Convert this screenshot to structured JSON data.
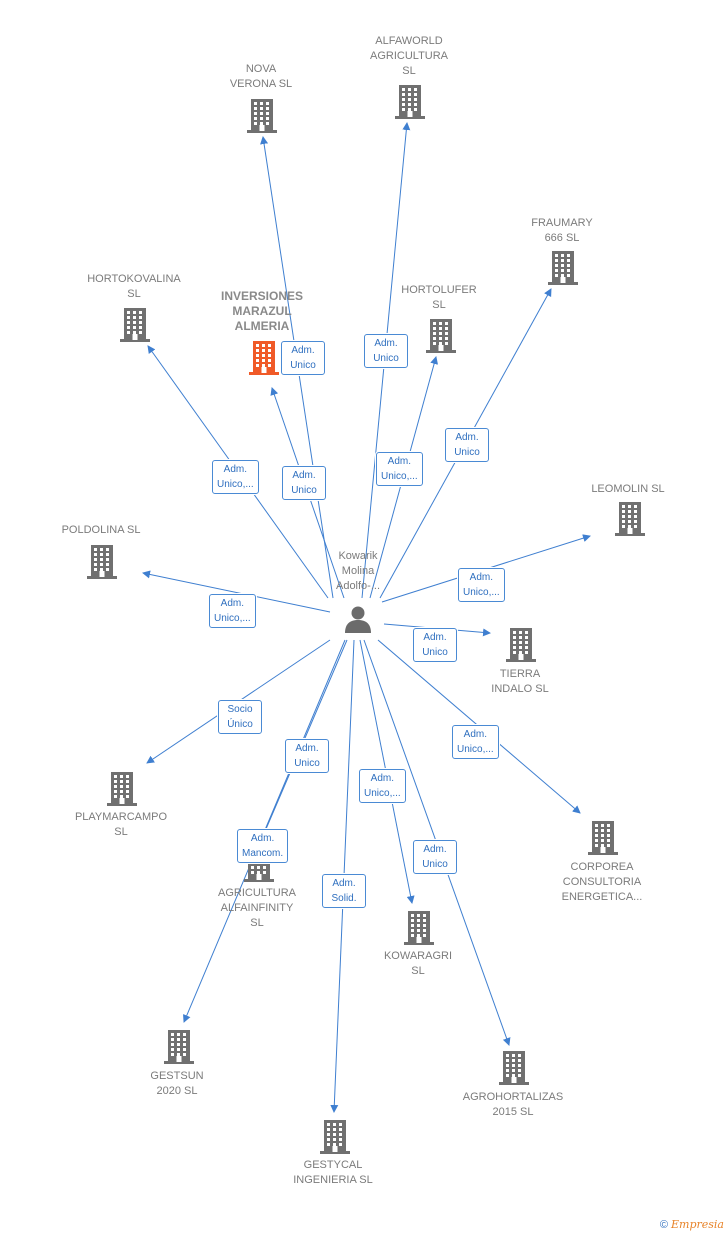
{
  "center": {
    "name": "Kowarik\nMolina\nAdolfo-..."
  },
  "companies": [
    {
      "id": "nova",
      "name": "NOVA\nVERONA  SL"
    },
    {
      "id": "alfaworld",
      "name": "ALFAWORLD\nAGRICULTURA\nSL"
    },
    {
      "id": "fraumary",
      "name": "FRAUMARY\n666  SL"
    },
    {
      "id": "hortokovalina",
      "name": "HORTOKOVALINA\nSL"
    },
    {
      "id": "inversiones",
      "name": "INVERSIONES\nMARAZUL\nALMERIA",
      "highlight": true
    },
    {
      "id": "hortolufer",
      "name": "HORTOLUFER\nSL"
    },
    {
      "id": "leomolin",
      "name": "LEOMOLIN  SL"
    },
    {
      "id": "poldolina",
      "name": "POLDOLINA  SL"
    },
    {
      "id": "tierra",
      "name": "TIERRA\nINDALO  SL"
    },
    {
      "id": "playmarcampo",
      "name": "PLAYMARCAMPO\nSL"
    },
    {
      "id": "corporea",
      "name": "CORPOREA\nCONSULTORIA\nENERGETICA..."
    },
    {
      "id": "agricultura",
      "name": "AGRICULTURA\nALFAINFINITY\nSL"
    },
    {
      "id": "kowaragri",
      "name": "KOWARAGRI\nSL"
    },
    {
      "id": "gestsun",
      "name": "GESTSUN\n2020  SL"
    },
    {
      "id": "agrohortalizas",
      "name": "AGROHORTALIZAS\n2015  SL"
    },
    {
      "id": "gestycal",
      "name": "GESTYCAL\nINGENIERIA SL"
    }
  ],
  "relations": [
    {
      "target": "nova",
      "label": "Adm.\nUnico"
    },
    {
      "target": "alfaworld",
      "label": "Adm.\nUnico"
    },
    {
      "target": "fraumary",
      "label": "Adm.\nUnico"
    },
    {
      "target": "hortokovalina",
      "label": "Adm.\nUnico,..."
    },
    {
      "target": "inversiones",
      "label": "Adm.\nUnico"
    },
    {
      "target": "hortolufer",
      "label": "Adm.\nUnico,..."
    },
    {
      "target": "leomolin",
      "label": "Adm.\nUnico,..."
    },
    {
      "target": "poldolina",
      "label": "Adm.\nUnico,..."
    },
    {
      "target": "tierra",
      "label": "Adm.\nUnico"
    },
    {
      "target": "playmarcampo",
      "label": "Socio\nÚnico"
    },
    {
      "target": "corporea",
      "label": "Adm.\nUnico,..."
    },
    {
      "target": "agricultura",
      "label": "Adm.\nUnico"
    },
    {
      "target": "kowaragri",
      "label": "Adm.\nUnico,..."
    },
    {
      "target": "gestsun",
      "label": "Adm.\nMancom."
    },
    {
      "target": "agrohortalizas",
      "label": "Adm.\nUnico"
    },
    {
      "target": "gestycal",
      "label": "Adm.\nSolid."
    }
  ],
  "colors": {
    "edge": "#3f7fd0",
    "building": "#707070",
    "highlight": "#f05a28",
    "person": "#6b6b6b"
  },
  "footer": {
    "symbol": "©",
    "brand": "Empresia"
  }
}
